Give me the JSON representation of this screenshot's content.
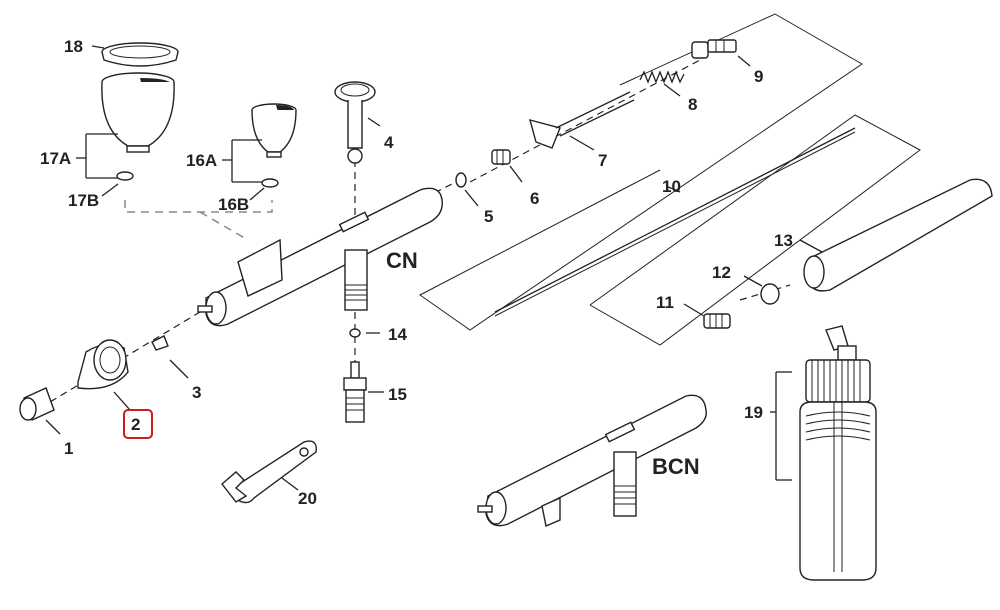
{
  "diagram": {
    "highlighted_callout": "2",
    "highlight_color": "#d11a1a",
    "assembly_labels": {
      "cn": "CN",
      "bcn": "BCN"
    },
    "callouts": {
      "c1": "1",
      "c2": "2",
      "c3": "3",
      "c4": "4",
      "c5": "5",
      "c6": "6",
      "c7": "7",
      "c8": "8",
      "c9": "9",
      "c10": "10",
      "c11": "11",
      "c12": "12",
      "c13": "13",
      "c14": "14",
      "c15": "15",
      "c16a": "16A",
      "c16b": "16B",
      "c17a": "17A",
      "c17b": "17B",
      "c18": "18",
      "c19": "19",
      "c20": "20"
    },
    "parts": [
      {
        "id": "1",
        "icon": "nozzle-cap-icon"
      },
      {
        "id": "2",
        "icon": "head-cap-icon"
      },
      {
        "id": "3",
        "icon": "nozzle-icon"
      },
      {
        "id": "4",
        "icon": "trigger-button-icon"
      },
      {
        "id": "5",
        "icon": "o-ring-icon"
      },
      {
        "id": "6",
        "icon": "packing-nut-icon"
      },
      {
        "id": "7",
        "icon": "trigger-lever-icon"
      },
      {
        "id": "8",
        "icon": "spring-icon"
      },
      {
        "id": "9",
        "icon": "needle-chucking-guide-icon"
      },
      {
        "id": "10",
        "icon": "needle-icon"
      },
      {
        "id": "11",
        "icon": "needle-chucking-nut-icon"
      },
      {
        "id": "12",
        "icon": "o-ring-icon"
      },
      {
        "id": "13",
        "icon": "handle-icon"
      },
      {
        "id": "14",
        "icon": "o-ring-icon"
      },
      {
        "id": "15",
        "icon": "air-valve-icon"
      },
      {
        "id": "16A",
        "icon": "small-cup-icon"
      },
      {
        "id": "16B",
        "icon": "o-ring-icon"
      },
      {
        "id": "17A",
        "icon": "large-cup-icon"
      },
      {
        "id": "17B",
        "icon": "o-ring-icon"
      },
      {
        "id": "18",
        "icon": "cup-lid-icon"
      },
      {
        "id": "19",
        "icon": "bottle-icon"
      },
      {
        "id": "20",
        "icon": "wrench-icon"
      }
    ]
  }
}
